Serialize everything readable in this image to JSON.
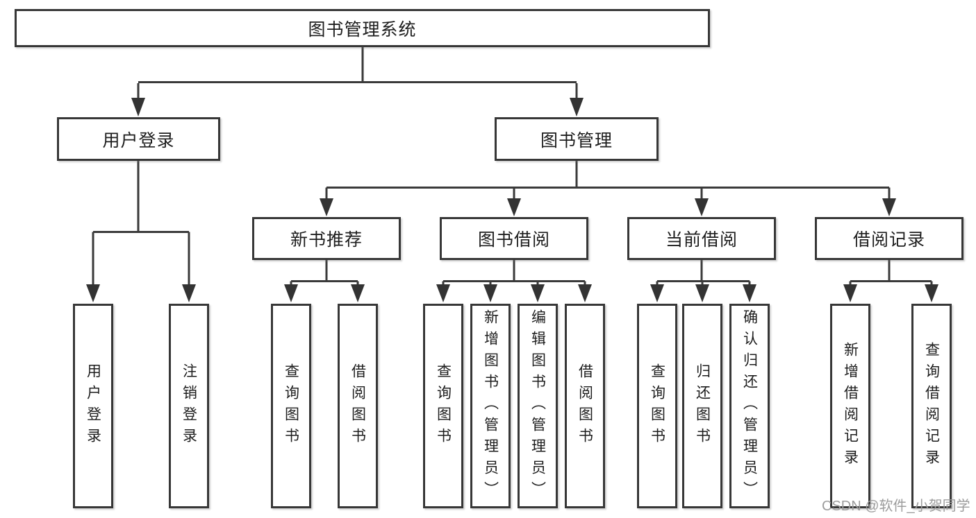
{
  "diagram": {
    "title_node": {
      "label": "图书管理系统"
    },
    "branches": [
      {
        "label": "用户登录",
        "children": [
          {
            "label": "用户登录"
          },
          {
            "label": "注销登录"
          }
        ]
      },
      {
        "label": "图书管理",
        "children": [
          {
            "label": "新书推荐",
            "children": [
              {
                "label": "查询图书"
              },
              {
                "label": "借阅图书"
              }
            ]
          },
          {
            "label": "图书借阅",
            "children": [
              {
                "label": "查询图书"
              },
              {
                "label": "新增图书（管理员）"
              },
              {
                "label": "编辑图书（管理员）"
              },
              {
                "label": "借阅图书"
              }
            ]
          },
          {
            "label": "当前借阅",
            "children": [
              {
                "label": "查询图书"
              },
              {
                "label": "归还图书"
              },
              {
                "label": "确认归还（管理员）"
              }
            ]
          },
          {
            "label": "借阅记录",
            "children": [
              {
                "label": "新增借阅记录"
              },
              {
                "label": "查询借阅记录"
              }
            ]
          }
        ]
      }
    ],
    "watermark": "CSDN @软件_小贺同学",
    "colors": {
      "line": "#3a3a3a",
      "box_border": "#373737",
      "text": "#1d1d1d",
      "watermark": "#9c9c9c",
      "background": "#ffffff"
    }
  }
}
